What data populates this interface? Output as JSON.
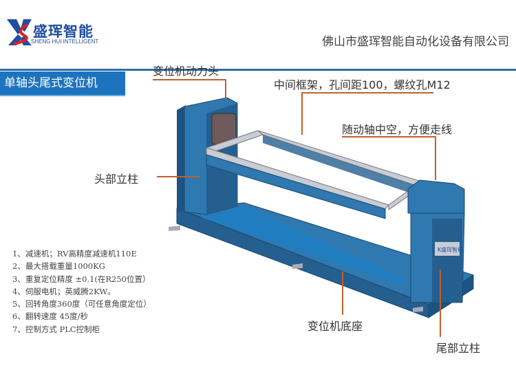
{
  "header": {
    "logo_cn": "盛珲智能",
    "logo_en": "SHENG HUI INTELLIGENT",
    "company": "佛山市盛珲智能自动化设备有限公司"
  },
  "title": "单轴头尾式变位机",
  "callouts": {
    "power_head": "变位机动力头",
    "middle_frame": "中间框架，孔间距100，螺纹孔M12",
    "hollow_shaft": "随动轴中空，方便走线",
    "head_column": "头部立柱",
    "base": "变位机底座",
    "tail_column": "尾部立柱"
  },
  "specs": [
    "1、减速机；RV高精度减速机110E",
    "2、最大搭载重量1000KG",
    "3、重复定位精度 ±0.1(在R250位置）",
    "4、伺服电机；英威腾2KW。",
    "5、回转角度360度（可任意角度定位）",
    "6、翻转速度  45度/秒",
    "7、控制方式  PLC控制柜"
  ],
  "colors": {
    "accent": "#1e73be",
    "leader": "#c0602a",
    "machine": "#2f78b0"
  }
}
